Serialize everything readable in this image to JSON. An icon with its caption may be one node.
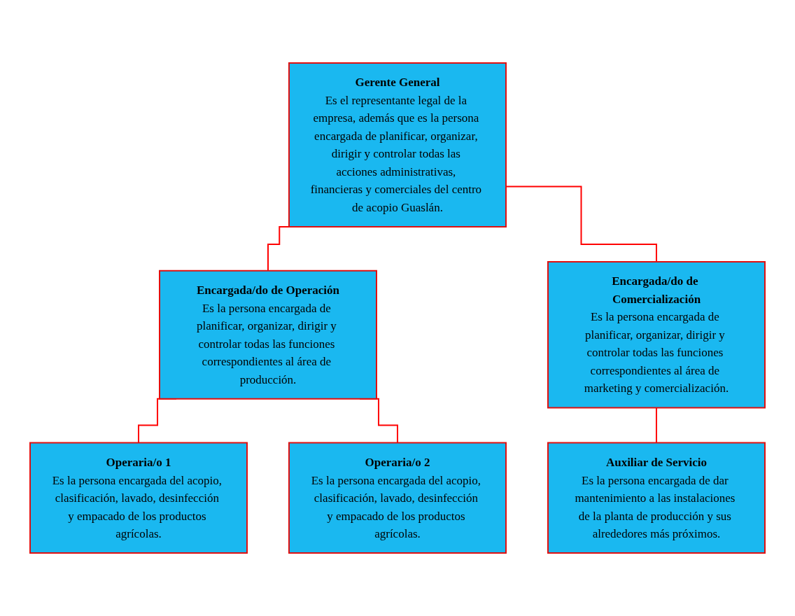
{
  "diagram": {
    "nodes": [
      {
        "text": [
          "Gerente General",
          "Es el representante legal de la empresa, además que es la persona encargada de planificar, organizar, dirigir y controlar todas las acciones administrativas, financieras y comerciales del centro de acopio Guaslán."
        ]
      },
      {
        "text": [
          "Encargada/do de Operación",
          "Es la persona encargada de planificar, organizar, dirigir y controlar todas las funciones correspondientes al área de producción."
        ]
      },
      {
        "text": [
          "Encargada/do de Comercialización",
          "Es la persona encargada de planificar, organizar, dirigir y controlar todas las funciones correspondientes al área de marketing y comercialización."
        ]
      },
      {
        "text": [
          "Operaria/o 1",
          "Es la persona encargada del acopio, clasificación, lavado, desinfección y empacado de los productos agrícolas."
        ]
      },
      {
        "text": [
          "Operaria/o 2",
          "Es la persona encargada del acopio, clasificación, lavado, desinfección y empacado de los productos agrícolas."
        ]
      },
      {
        "text": [
          "Auxiliar de Servicio",
          "Es la persona encargada de dar mantenimiento a las instalaciones de la planta de producción y sus alrededores más próximos."
        ]
      }
    ],
    "edges": [
      {
        "from": 0,
        "to": 1,
        "arrow": "none"
      },
      {
        "from": 0,
        "to": 2,
        "arrow": "none"
      },
      {
        "from": 1,
        "to": 3,
        "arrow": "none"
      },
      {
        "from": 1,
        "to": 4,
        "arrow": "none"
      },
      {
        "from": 2,
        "to": 5,
        "arrow": "none"
      }
    ]
  }
}
